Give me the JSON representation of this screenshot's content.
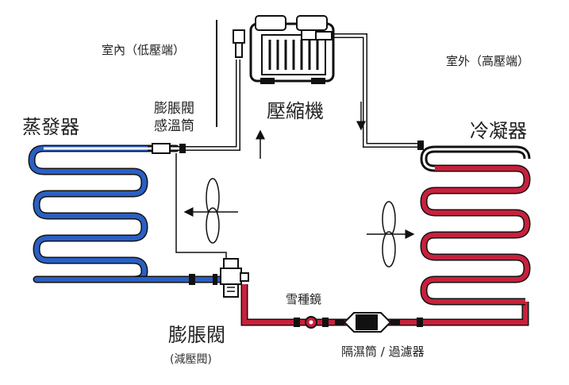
{
  "labels": {
    "indoor": "室內（低壓端）",
    "outdoor": "室外（高壓端）",
    "evaporator": "蒸發器",
    "condenser": "冷凝器",
    "compressor": "壓縮機",
    "bulb_line1": "膨脹閥",
    "bulb_line2": "感溫筒",
    "expansion_valve": "膨脹閥",
    "expansion_valve_note": "(減壓閥)",
    "sight_glass": "雪種鏡",
    "drier": "隔濕筒 / 過濾器"
  },
  "colors": {
    "low_pressure_coil": "#2a5fc4",
    "high_pressure_coil": "#c8203c",
    "pipe_outline": "#111111",
    "background": "#ffffff"
  }
}
